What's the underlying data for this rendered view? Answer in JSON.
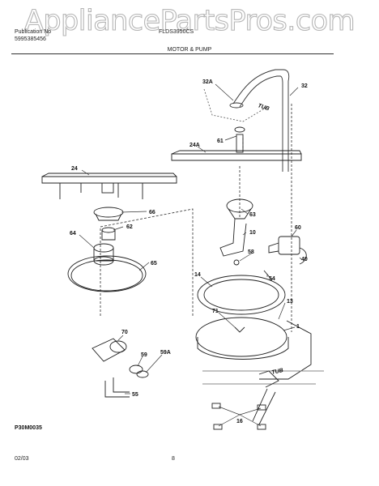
{
  "watermark": "AppliancePartsPros.com",
  "header": {
    "publication": "Publication No",
    "part_number": "5995385456",
    "model": "FLDS3950CS",
    "section": "MOTOR & PUMP"
  },
  "tub_labels": [
    "TUB",
    "TUB"
  ],
  "callouts": [
    {
      "label": "32A"
    },
    {
      "label": "32"
    },
    {
      "label": "61"
    },
    {
      "label": "24A"
    },
    {
      "label": "24"
    },
    {
      "label": "66"
    },
    {
      "label": "62"
    },
    {
      "label": "64"
    },
    {
      "label": "65"
    },
    {
      "label": "63"
    },
    {
      "label": "10"
    },
    {
      "label": "60"
    },
    {
      "label": "58"
    },
    {
      "label": "40"
    },
    {
      "label": "54"
    },
    {
      "label": "14"
    },
    {
      "label": "13"
    },
    {
      "label": "71"
    },
    {
      "label": "1"
    },
    {
      "label": "70"
    },
    {
      "label": "59"
    },
    {
      "label": "59A"
    },
    {
      "label": "55"
    },
    {
      "label": "16"
    }
  ],
  "diagram_code": "P30M0035",
  "footer": {
    "date": "02/03",
    "page": "8"
  }
}
